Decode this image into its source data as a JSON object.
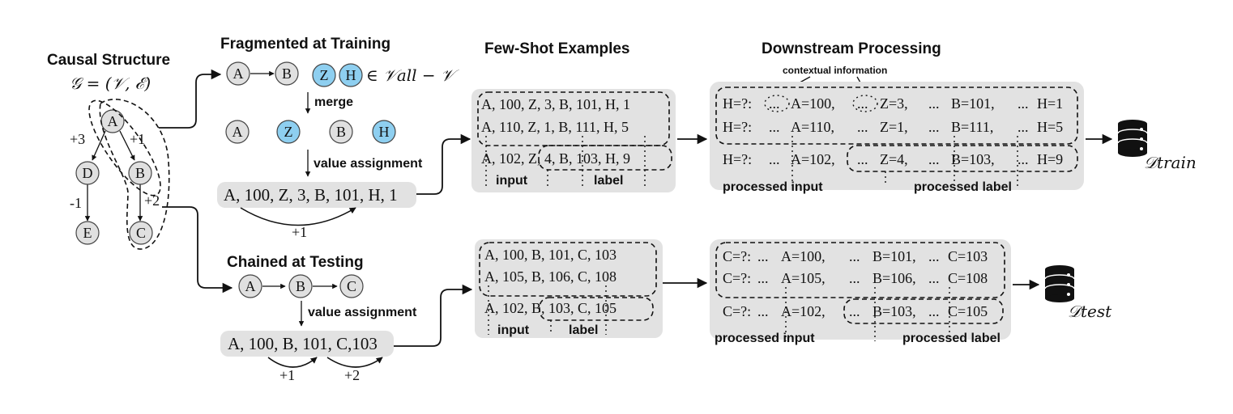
{
  "headers": {
    "causal": "Causal Structure",
    "fragmented": "Fragmented at Training",
    "fewshot": "Few-Shot Examples",
    "downstream": "Downstream Processing",
    "chained": "Chained at Testing"
  },
  "causal": {
    "formula": "𝒢 = (𝒱, ℰ)",
    "nodes": [
      "A",
      "D",
      "B",
      "E",
      "C"
    ],
    "edge_weights": [
      "+3",
      "+1",
      "-1",
      "+2"
    ]
  },
  "training": {
    "chain_nodes": [
      "A",
      "B"
    ],
    "blue_nodes": [
      "Z",
      "H"
    ],
    "set_expr": "∈ 𝒱all − 𝒱",
    "merge_label": "merge",
    "merged_nodes": [
      "A",
      "Z",
      "B",
      "H"
    ],
    "value_assignment_label": "value assignment",
    "assigned": "A, 100, Z, 3, B, 101, H, 1",
    "plus_label": "+1"
  },
  "testing": {
    "chain_nodes": [
      "A",
      "B",
      "C"
    ],
    "value_assignment_label": "value assignment",
    "assigned": "A, 100, B, 101, C,103",
    "plus_labels": [
      "+1",
      "+2"
    ]
  },
  "fewshot_train": {
    "rows": [
      "A, 100, Z, 3, B, 101, H, 1",
      "A, 110, Z, 1, B, 111, H, 5",
      "A, 102, Z, 4, B, 103, H, 9"
    ],
    "input_label": "input",
    "label_label": "label"
  },
  "fewshot_test": {
    "rows": [
      "A, 100, B, 101, C, 103",
      "A, 105, B, 106, C, 108",
      "A, 102, B, 103, C, 105"
    ],
    "input_label": "input",
    "label_label": "label"
  },
  "downstream_train": {
    "context_label": "contextual information",
    "rows": [
      [
        "H=?:",
        "...",
        "A=100,",
        "...",
        "Z=3,",
        "...",
        "B=101,",
        "...",
        "H=1"
      ],
      [
        "H=?:",
        "...",
        "A=110,",
        "...",
        "Z=1,",
        "...",
        "B=111,",
        "...",
        "H=5"
      ],
      [
        "H=?:",
        "...",
        "A=102,",
        "...",
        "Z=4,",
        "...",
        "B=103,",
        "...",
        "H=9"
      ]
    ],
    "input_label": "processed input",
    "label_label": "processed label",
    "dataset": "𝒟train"
  },
  "downstream_test": {
    "rows": [
      [
        "C=?:",
        "...",
        "A=100,",
        "...",
        "B=101,",
        "...",
        "C=103"
      ],
      [
        "C=?:",
        "...",
        "A=105,",
        "...",
        "B=106,",
        "...",
        "C=108"
      ],
      [
        "C=?:",
        "...",
        "A=102,",
        "...",
        "B=103,",
        "...",
        "C=105"
      ]
    ],
    "input_label": "processed input",
    "label_label": "processed label",
    "dataset": "𝒟test"
  }
}
